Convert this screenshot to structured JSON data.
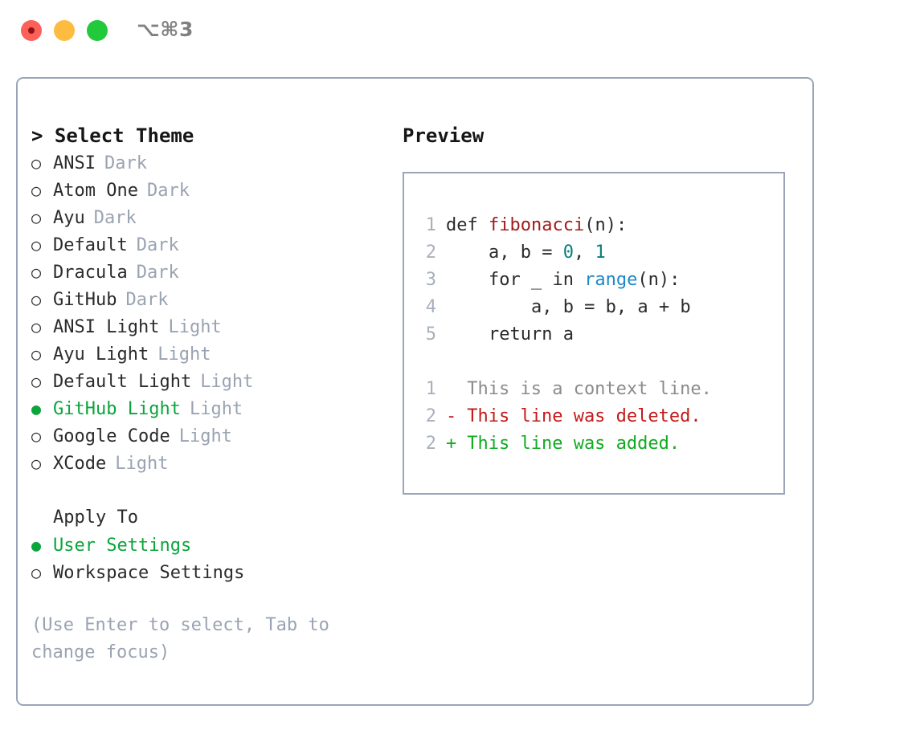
{
  "titlebar": {
    "shortcut": "⌥⌘3",
    "buttons": {
      "close": "close",
      "minimize": "minimize",
      "maximize": "maximize"
    }
  },
  "colors": {
    "accent_green": "#0ba53c",
    "muted": "#9aa3b2",
    "border": "#9aa6b8",
    "text": "#2b2b2b",
    "lineno": "#a8b0bd",
    "diff_add": "#11ab22",
    "diff_del": "#c41a1a",
    "diff_ctx": "#8b8b8b",
    "tok_fn": "#a01b1b",
    "tok_num": "#0b7d7d",
    "tok_call": "#1d87c8"
  },
  "theme_picker": {
    "heading_caret": ">",
    "heading": "Select Theme",
    "marker_unselected": "○",
    "marker_selected": "●",
    "items": [
      {
        "name": "ANSI",
        "variant": "Dark",
        "selected": false
      },
      {
        "name": "Atom One",
        "variant": "Dark",
        "selected": false
      },
      {
        "name": "Ayu",
        "variant": "Dark",
        "selected": false
      },
      {
        "name": "Default",
        "variant": "Dark",
        "selected": false
      },
      {
        "name": "Dracula",
        "variant": "Dark",
        "selected": false
      },
      {
        "name": "GitHub",
        "variant": "Dark",
        "selected": false
      },
      {
        "name": "ANSI Light",
        "variant": "Light",
        "selected": false
      },
      {
        "name": "Ayu Light",
        "variant": "Light",
        "selected": false
      },
      {
        "name": "Default Light",
        "variant": "Light",
        "selected": false
      },
      {
        "name": "GitHub Light",
        "variant": "Light",
        "selected": true
      },
      {
        "name": "Google Code",
        "variant": "Light",
        "selected": false
      },
      {
        "name": "XCode",
        "variant": "Light",
        "selected": false
      }
    ]
  },
  "apply_to": {
    "heading": "Apply To",
    "items": [
      {
        "name": "User Settings",
        "selected": true
      },
      {
        "name": "Workspace Settings",
        "selected": false
      }
    ]
  },
  "hint": "(Use Enter to select, Tab to change focus)",
  "preview": {
    "title": "Preview",
    "code_lines": [
      {
        "no": "1",
        "segments": [
          {
            "t": "def ",
            "k": "plain"
          },
          {
            "t": "fibonacci",
            "k": "fn"
          },
          {
            "t": "(n):",
            "k": "plain"
          }
        ]
      },
      {
        "no": "2",
        "segments": [
          {
            "t": "    a, b = ",
            "k": "plain"
          },
          {
            "t": "0",
            "k": "num"
          },
          {
            "t": ", ",
            "k": "plain"
          },
          {
            "t": "1",
            "k": "num"
          }
        ]
      },
      {
        "no": "3",
        "segments": [
          {
            "t": "    for _ in ",
            "k": "plain"
          },
          {
            "t": "range",
            "k": "call"
          },
          {
            "t": "(n):",
            "k": "plain"
          }
        ]
      },
      {
        "no": "4",
        "segments": [
          {
            "t": "        a, b = b, a + b",
            "k": "plain"
          }
        ]
      },
      {
        "no": "5",
        "segments": [
          {
            "t": "    return a",
            "k": "plain"
          }
        ]
      }
    ],
    "diff_lines": [
      {
        "no": "1",
        "sign": " ",
        "text": " This is a context line.",
        "kind": "ctx"
      },
      {
        "no": "2",
        "sign": "-",
        "text": " This line was deleted.",
        "kind": "del"
      },
      {
        "no": "2",
        "sign": "+",
        "text": " This line was added.",
        "kind": "add"
      }
    ]
  }
}
